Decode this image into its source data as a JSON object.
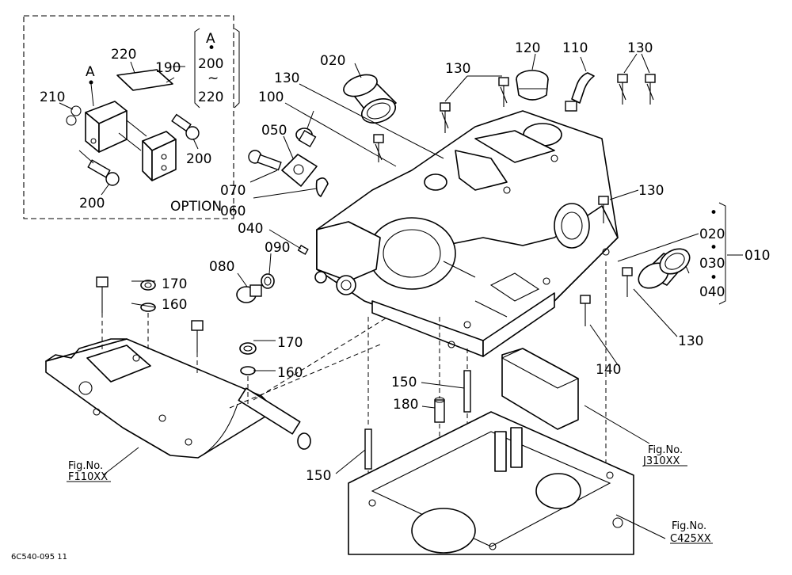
{
  "labels": {
    "p010": "010",
    "p020a": "020",
    "p020b": "020",
    "p030": "030",
    "p040a": "040",
    "p040b": "040",
    "p050": "050",
    "p060": "060",
    "p070": "070",
    "p080": "080",
    "p090": "090",
    "p100": "100",
    "p110": "110",
    "p120": "120",
    "p130a": "130",
    "p130b": "130",
    "p130c": "130",
    "p130d": "130",
    "p130e": "130",
    "p140": "140",
    "p150a": "150",
    "p150b": "150",
    "p160a": "160",
    "p160b": "160",
    "p170a": "170",
    "p170b": "170",
    "p180": "180",
    "p190": "190",
    "p200a": "200",
    "p200b": "200",
    "p210": "210",
    "p220": "220",
    "a_marker": "A",
    "option_group_a": "A",
    "option_group_from": "200",
    "option_group_tilde": "~",
    "option_group_to": "220",
    "option": "OPTION",
    "dot": "•"
  },
  "references": {
    "f110_fig": "Fig.No.",
    "f110_code": "F110XX",
    "j310_fig": "Fig.No.",
    "j310_code": "J310XX",
    "c425_fig": "Fig.No.",
    "c425_code": "C425XX"
  },
  "drawing_code": "6C540-095 11"
}
